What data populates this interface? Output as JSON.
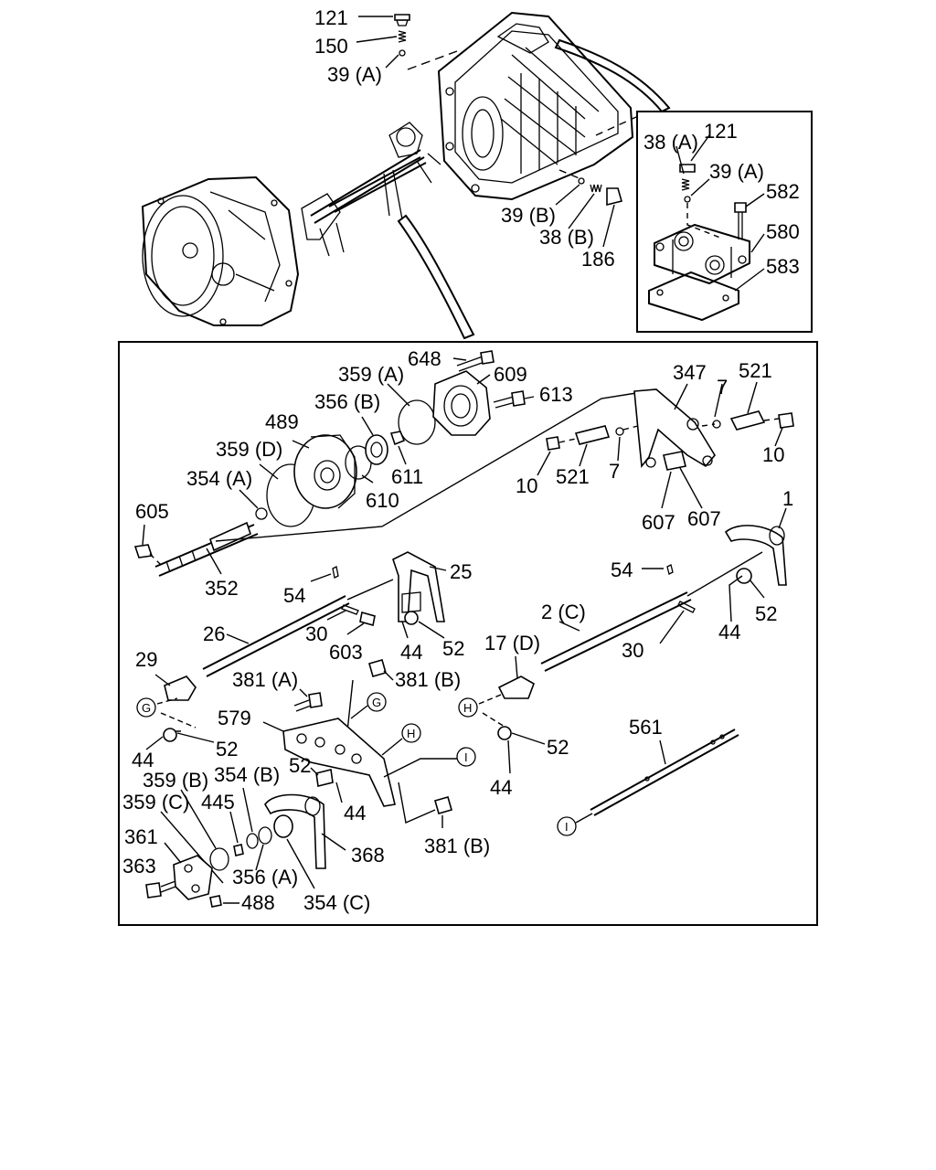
{
  "callouts": [
    {
      "id": "c1",
      "text": "121"
    },
    {
      "id": "c2",
      "text": "150"
    },
    {
      "id": "c3",
      "text": "39 (A)"
    },
    {
      "id": "c4",
      "text": "38 (A)"
    },
    {
      "id": "c5",
      "text": "121"
    },
    {
      "id": "c6",
      "text": "39 (A)"
    },
    {
      "id": "c7",
      "text": "582"
    },
    {
      "id": "c8",
      "text": "580"
    },
    {
      "id": "c9",
      "text": "583"
    },
    {
      "id": "c10",
      "text": "39 (B)"
    },
    {
      "id": "c11",
      "text": "38 (B)"
    },
    {
      "id": "c12",
      "text": "186"
    },
    {
      "id": "c13",
      "text": "648"
    },
    {
      "id": "c14",
      "text": "359 (A)"
    },
    {
      "id": "c15",
      "text": "609"
    },
    {
      "id": "c16",
      "text": "613"
    },
    {
      "id": "c17",
      "text": "347"
    },
    {
      "id": "c18",
      "text": "7"
    },
    {
      "id": "c19",
      "text": "521"
    },
    {
      "id": "c20",
      "text": "356 (B)"
    },
    {
      "id": "c21",
      "text": "489"
    },
    {
      "id": "c22",
      "text": "359 (D)"
    },
    {
      "id": "c23",
      "text": "354 (A)"
    },
    {
      "id": "c24",
      "text": "611"
    },
    {
      "id": "c25",
      "text": "610"
    },
    {
      "id": "c26",
      "text": "10"
    },
    {
      "id": "c27",
      "text": "10"
    },
    {
      "id": "c28",
      "text": "521"
    },
    {
      "id": "c29",
      "text": "7"
    },
    {
      "id": "c30",
      "text": "605"
    },
    {
      "id": "c31",
      "text": "607"
    },
    {
      "id": "c32",
      "text": "607"
    },
    {
      "id": "c33",
      "text": "1"
    },
    {
      "id": "c34",
      "text": "352"
    },
    {
      "id": "c35",
      "text": "25"
    },
    {
      "id": "c36",
      "text": "54"
    },
    {
      "id": "c37",
      "text": "54"
    },
    {
      "id": "c38",
      "text": "52"
    },
    {
      "id": "c39",
      "text": "26"
    },
    {
      "id": "c40",
      "text": "30"
    },
    {
      "id": "c41",
      "text": "603"
    },
    {
      "id": "c42",
      "text": "44"
    },
    {
      "id": "c43",
      "text": "52"
    },
    {
      "id": "c44",
      "text": "2 (C)"
    },
    {
      "id": "c45",
      "text": "44"
    },
    {
      "id": "c46",
      "text": "30"
    },
    {
      "id": "c47",
      "text": "29"
    },
    {
      "id": "c48",
      "text": "381 (A)"
    },
    {
      "id": "c49",
      "text": "381 (B)"
    },
    {
      "id": "c50",
      "text": "17 (D)"
    },
    {
      "id": "c51",
      "text": "579"
    },
    {
      "id": "c52",
      "text": "44"
    },
    {
      "id": "c53",
      "text": "52"
    },
    {
      "id": "c54",
      "text": "52"
    },
    {
      "id": "c55",
      "text": "561"
    },
    {
      "id": "c56",
      "text": "52"
    },
    {
      "id": "c57",
      "text": "359 (B)"
    },
    {
      "id": "c58",
      "text": "354 (B)"
    },
    {
      "id": "c59",
      "text": "44"
    },
    {
      "id": "c60",
      "text": "44"
    },
    {
      "id": "c61",
      "text": "359 (C)"
    },
    {
      "id": "c62",
      "text": "445"
    },
    {
      "id": "c63",
      "text": "361"
    },
    {
      "id": "c64",
      "text": "368"
    },
    {
      "id": "c65",
      "text": "381 (B)"
    },
    {
      "id": "c66",
      "text": "363"
    },
    {
      "id": "c67",
      "text": "356 (A)"
    },
    {
      "id": "c68",
      "text": "488"
    },
    {
      "id": "c69",
      "text": "354 (C)"
    }
  ],
  "connector_marks": [
    {
      "id": "m1",
      "text": "G"
    },
    {
      "id": "m2",
      "text": "G"
    },
    {
      "id": "m3",
      "text": "H"
    },
    {
      "id": "m4",
      "text": "H"
    },
    {
      "id": "m5",
      "text": "I"
    },
    {
      "id": "m6",
      "text": "I"
    }
  ]
}
